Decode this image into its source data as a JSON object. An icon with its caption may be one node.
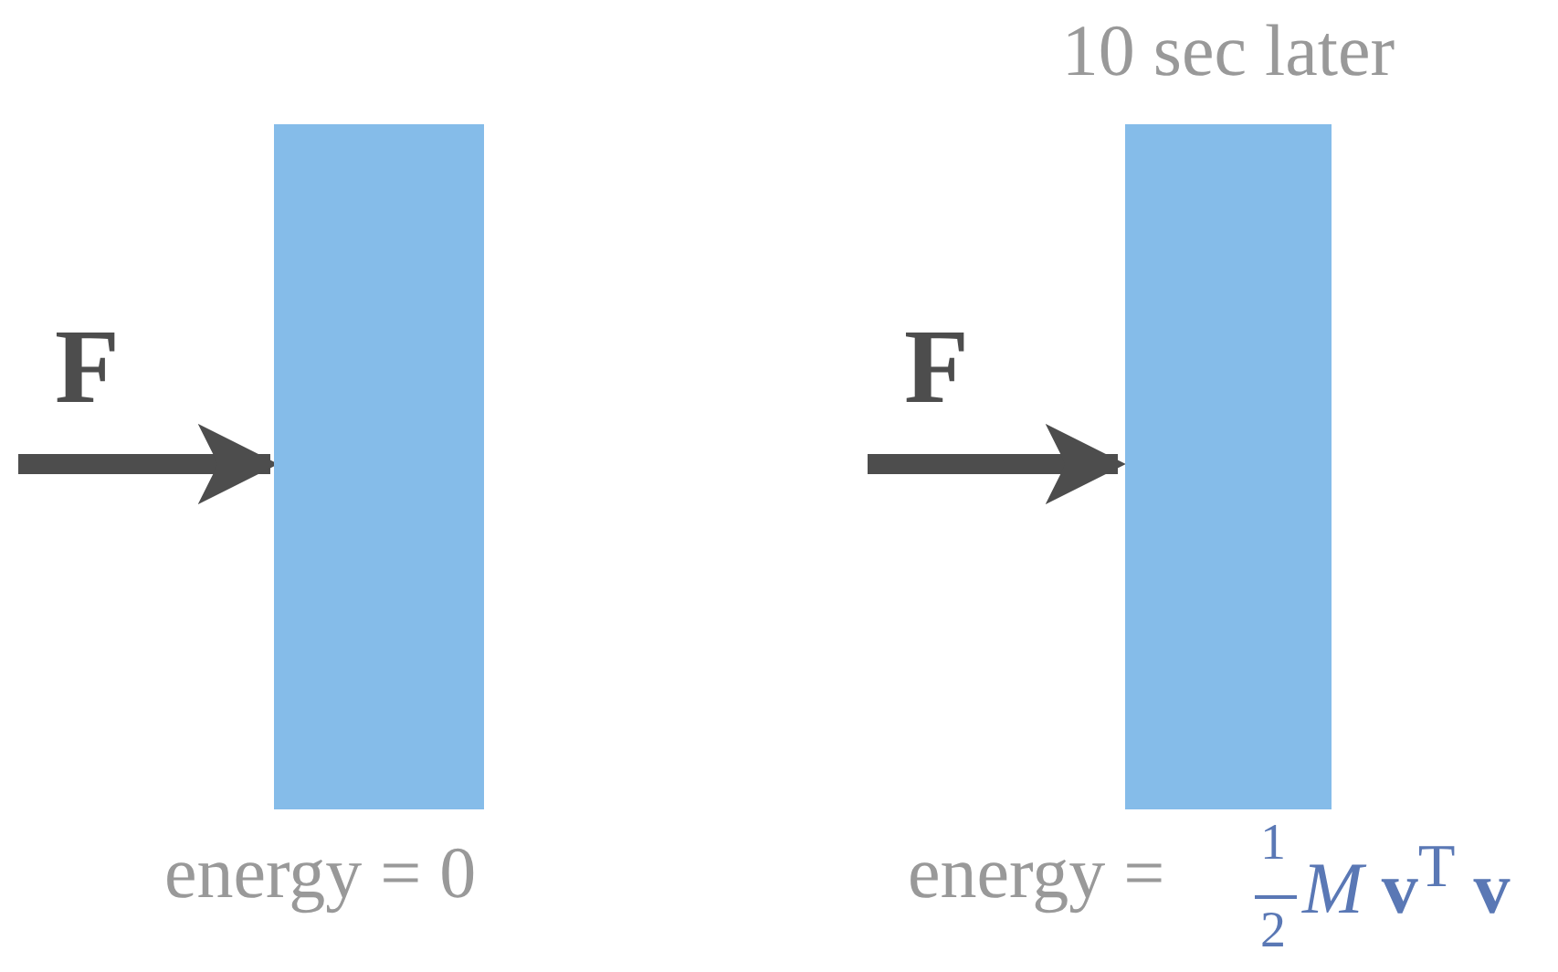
{
  "diagram": {
    "nodes": [
      {
        "text": [],
        "shape": "bar"
      },
      {
        "text": [],
        "shape": "bar",
        "beside": [
          "10 sec later"
        ]
      }
    ],
    "edges": [],
    "labels": [
      "F",
      "energy = 0",
      "F",
      "energy =",
      "1",
      "2",
      "*M* **v**$^{T}$ **v**"
    ]
  }
}
